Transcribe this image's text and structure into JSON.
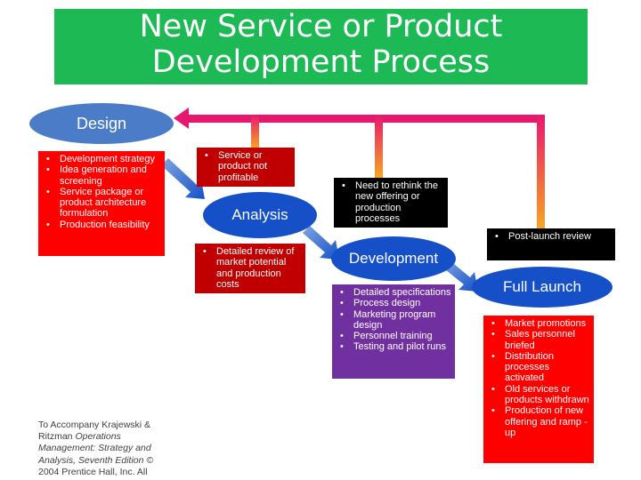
{
  "title": {
    "line1": "New Service or Product",
    "line2": "Development Process"
  },
  "stages": {
    "design": "Design",
    "analysis": "Analysis",
    "development": "Development",
    "launch": "Full Launch"
  },
  "boxes": {
    "design_tasks": [
      "Development strategy",
      "Idea generation and screening",
      "Service package or product architecture formulation",
      "Production feasibility"
    ],
    "analysis_feedback": [
      "Service or product not profitable"
    ],
    "analysis_tasks": [
      "Detailed review of market potential and production costs"
    ],
    "development_feedback": [
      "Need to rethink the new offering or production processes"
    ],
    "development_tasks": [
      "Detailed specifications",
      "Process design",
      "Marketing program design",
      "Personnel training",
      "Testing and pilot runs"
    ],
    "launch_feedback": [
      "Post-launch review"
    ],
    "launch_tasks": [
      "Market promotions",
      "Sales personnel briefed",
      "Distribution processes activated",
      "Old services or products withdrawn",
      "Production of new offering and ramp -up"
    ]
  },
  "credit": {
    "line1": "To Accompany Krajewski &",
    "line2": "Ritzman",
    "line2_italic": "Operations",
    "line3": "Management: Strategy and",
    "line4": "Analysis, Seventh Edition ©",
    "line5": "2004 Prentice Hall, Inc. All"
  },
  "colors": {
    "title_bg": "#1db954",
    "design_ellipse": "#4a7cc7",
    "stage_ellipse": "#1550c8",
    "feedback_line": "#e8176e",
    "task_box_red": "#ff0000",
    "task_box_dark_red": "#c00000",
    "development_box": "#7030a0"
  }
}
